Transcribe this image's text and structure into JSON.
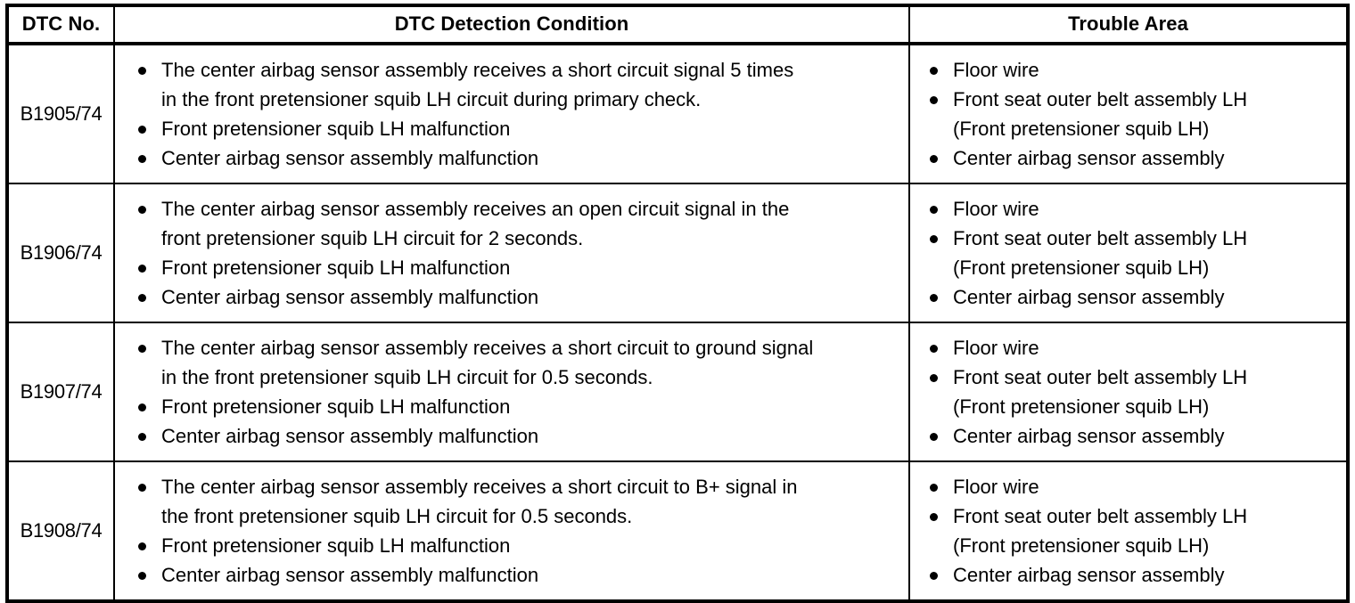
{
  "table": {
    "headers": {
      "dtc_no": "DTC No.",
      "detection_condition": "DTC Detection Condition",
      "trouble_area": "Trouble Area"
    },
    "rows": [
      {
        "dtc_no": "B1905/74",
        "conditions": [
          {
            "line1": "The center airbag sensor assembly receives a short circuit signal 5 times",
            "line2": "in the front pretensioner squib LH circuit during primary check."
          },
          {
            "line1": "Front pretensioner squib LH malfunction"
          },
          {
            "line1": "Center airbag sensor assembly malfunction"
          }
        ],
        "trouble_areas": [
          {
            "line1": "Floor wire"
          },
          {
            "line1": "Front seat outer belt assembly LH",
            "line2": "(Front pretensioner squib LH)"
          },
          {
            "line1": "Center airbag sensor assembly"
          }
        ]
      },
      {
        "dtc_no": "B1906/74",
        "conditions": [
          {
            "line1": "The center airbag sensor assembly receives an open circuit signal in the",
            "line2": "front pretensioner squib LH circuit for 2 seconds."
          },
          {
            "line1": "Front pretensioner squib LH malfunction"
          },
          {
            "line1": "Center airbag sensor assembly malfunction"
          }
        ],
        "trouble_areas": [
          {
            "line1": "Floor wire"
          },
          {
            "line1": "Front seat outer belt assembly LH",
            "line2": "(Front pretensioner squib LH)"
          },
          {
            "line1": "Center airbag sensor assembly"
          }
        ]
      },
      {
        "dtc_no": "B1907/74",
        "conditions": [
          {
            "line1": "The center airbag sensor assembly receives a short circuit to ground signal",
            "line2": "in the front pretensioner squib LH circuit for 0.5 seconds."
          },
          {
            "line1": "Front pretensioner squib LH malfunction"
          },
          {
            "line1": "Center airbag sensor assembly malfunction"
          }
        ],
        "trouble_areas": [
          {
            "line1": "Floor wire"
          },
          {
            "line1": "Front seat outer belt assembly LH",
            "line2": "(Front pretensioner squib LH)"
          },
          {
            "line1": "Center airbag sensor assembly"
          }
        ]
      },
      {
        "dtc_no": "B1908/74",
        "conditions": [
          {
            "line1": "The center airbag sensor assembly receives a short circuit to B+ signal in",
            "line2": "the front pretensioner squib LH circuit for 0.5 seconds."
          },
          {
            "line1": "Front pretensioner squib LH malfunction"
          },
          {
            "line1": "Center airbag sensor assembly malfunction"
          }
        ],
        "trouble_areas": [
          {
            "line1": "Floor wire"
          },
          {
            "line1": "Front seat outer belt assembly LH",
            "line2": "(Front pretensioner squib LH)"
          },
          {
            "line1": "Center airbag sensor assembly"
          }
        ]
      }
    ]
  },
  "colors": {
    "border": "#000000",
    "text": "#000000",
    "background": "#ffffff"
  }
}
